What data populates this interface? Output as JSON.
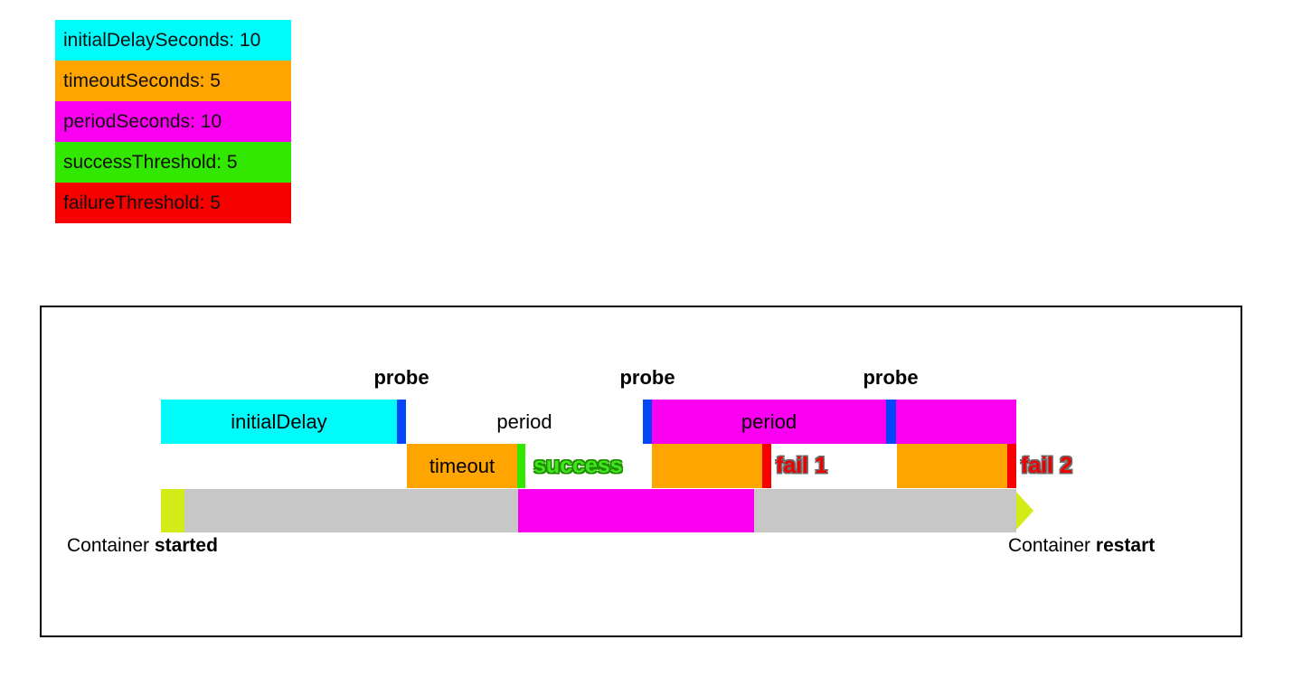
{
  "palette": {
    "cyan": "#00FBFB",
    "orange": "#FFA502",
    "magenta": "#FB00F0",
    "green": "#33E800",
    "red": "#F70000",
    "probe_blue": "#0546F8",
    "yellow_green": "#D3EB17",
    "gray": "#C7C7C7"
  },
  "legend": {
    "items": [
      {
        "label": "initialDelaySeconds: 10",
        "color": "#00FBFB"
      },
      {
        "label": "timeoutSeconds: 5",
        "color": "#FFA502"
      },
      {
        "label": "periodSeconds: 10",
        "color": "#FB00F0"
      },
      {
        "label": "successThreshold: 5",
        "color": "#33E800"
      },
      {
        "label": "failureThreshold: 5",
        "color": "#F70000"
      }
    ]
  },
  "diagram": {
    "probe_labels": [
      "probe",
      "probe",
      "probe"
    ],
    "bars": {
      "initial_delay": "initialDelay",
      "period_gap": "period",
      "period_bar": "period",
      "timeout": "timeout"
    },
    "results": {
      "success": "success",
      "fail1": "fail 1",
      "fail2": "fail 2"
    },
    "footer": {
      "started_prefix": "Container ",
      "started_emphasis": "started",
      "restart_prefix": "Container ",
      "restart_emphasis": "restart"
    }
  }
}
